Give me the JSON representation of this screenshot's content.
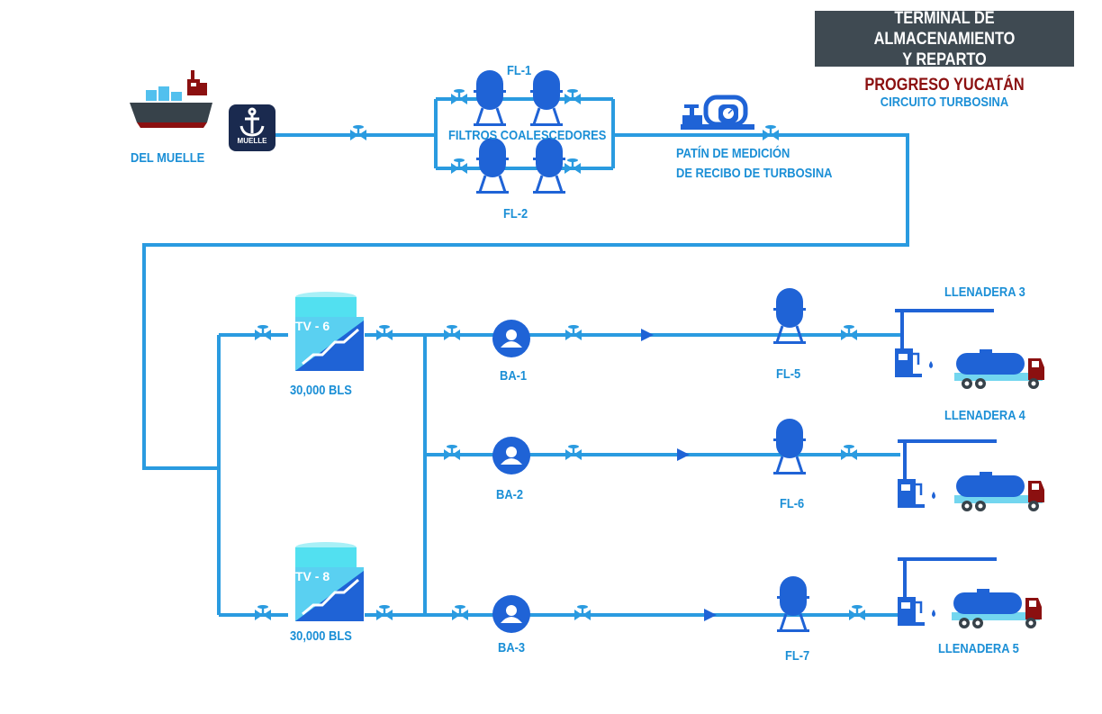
{
  "header": {
    "title_line1": "TERMINAL DE ALMACENAMIENTO",
    "title_line2": "Y REPARTO",
    "location": "PROGRESO YUCATÁN",
    "circuit": "CIRCUITO TURBOSINA"
  },
  "source": {
    "label": "DEL MUELLE",
    "badge": "MUELLE"
  },
  "filters": {
    "top_label": "FL-1",
    "center_label": "FILTROS COALESCEDORES",
    "bottom_label": "FL-2"
  },
  "meter": {
    "line1": "PATÍN DE MEDICIÓN",
    "line2": "DE RECIBO DE TURBOSINA"
  },
  "tanks": [
    {
      "name": "TV - 6",
      "capacity": "30,000 BLS"
    },
    {
      "name": "TV - 8",
      "capacity": "30,000 BLS"
    }
  ],
  "pumps": [
    "BA-1",
    "BA-2",
    "BA-3"
  ],
  "line_filters": [
    "FL-5",
    "FL-6",
    "FL-7"
  ],
  "loading_racks": [
    "LLENADERA 3",
    "LLENADERA 4",
    "LLENADERA 5"
  ],
  "colors": {
    "pipe": "#2a9be0",
    "dark_blue": "#1a56c4",
    "title_bg": "#3f4a52",
    "brand_red": "#8b1010",
    "tank_cyan": "#52e0f0"
  }
}
